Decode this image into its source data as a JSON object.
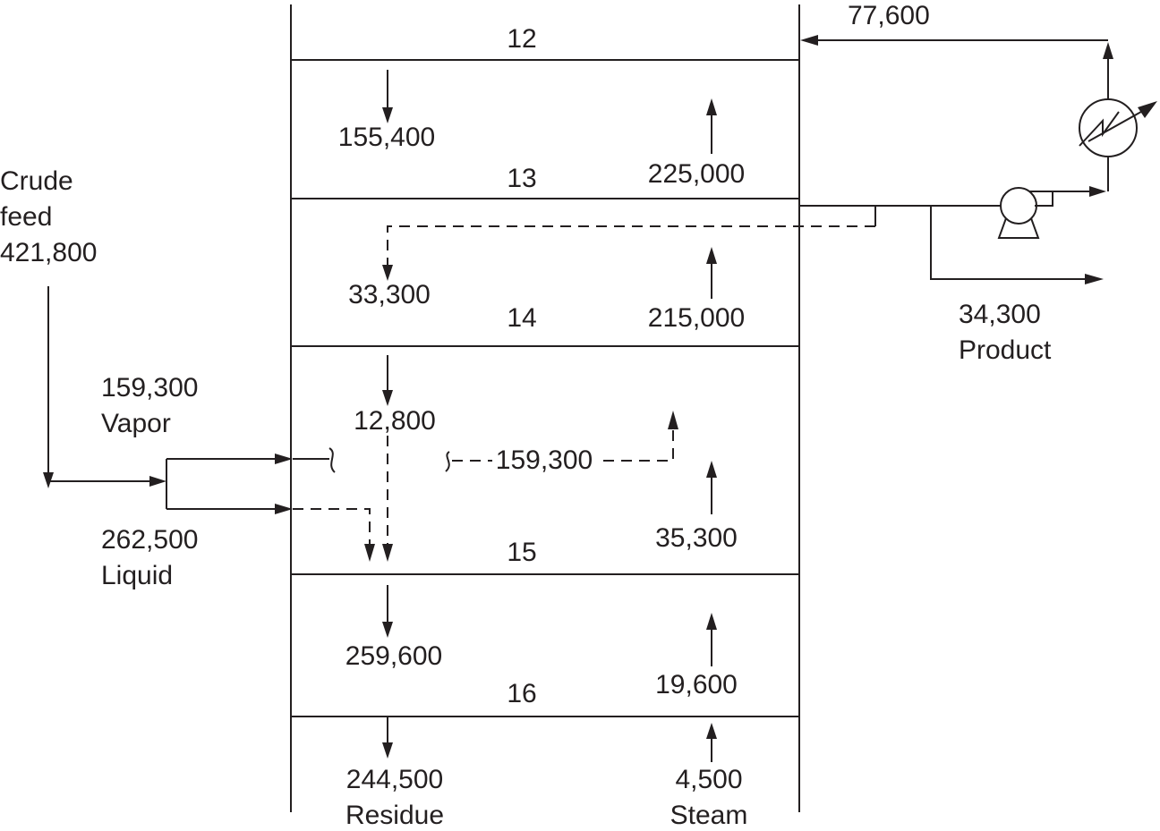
{
  "trays": [
    "12",
    "13",
    "14",
    "15",
    "16"
  ],
  "crude_feed": {
    "line1": "Crude",
    "line2": "feed",
    "line3": "421,800"
  },
  "feed_split": {
    "vapor_value": "159,300",
    "vapor_label": "Vapor",
    "liquid_value": "262,500",
    "liquid_label": "Liquid"
  },
  "reflux": {
    "return": "77,600",
    "product_value": "34,300",
    "product_label": "Product"
  },
  "liquid_flows": {
    "below_12": "155,400",
    "below_13": "33,300",
    "below_14": "12,800",
    "below_15": "259,600",
    "residue_value": "244,500",
    "residue_label": "Residue"
  },
  "vapor_flows": {
    "above_13": "225,000",
    "above_14": "215,000",
    "flash_vapor": "159,300",
    "above_15": "35,300",
    "above_16": "19,600",
    "steam_value": "4,500",
    "steam_label": "Steam"
  }
}
